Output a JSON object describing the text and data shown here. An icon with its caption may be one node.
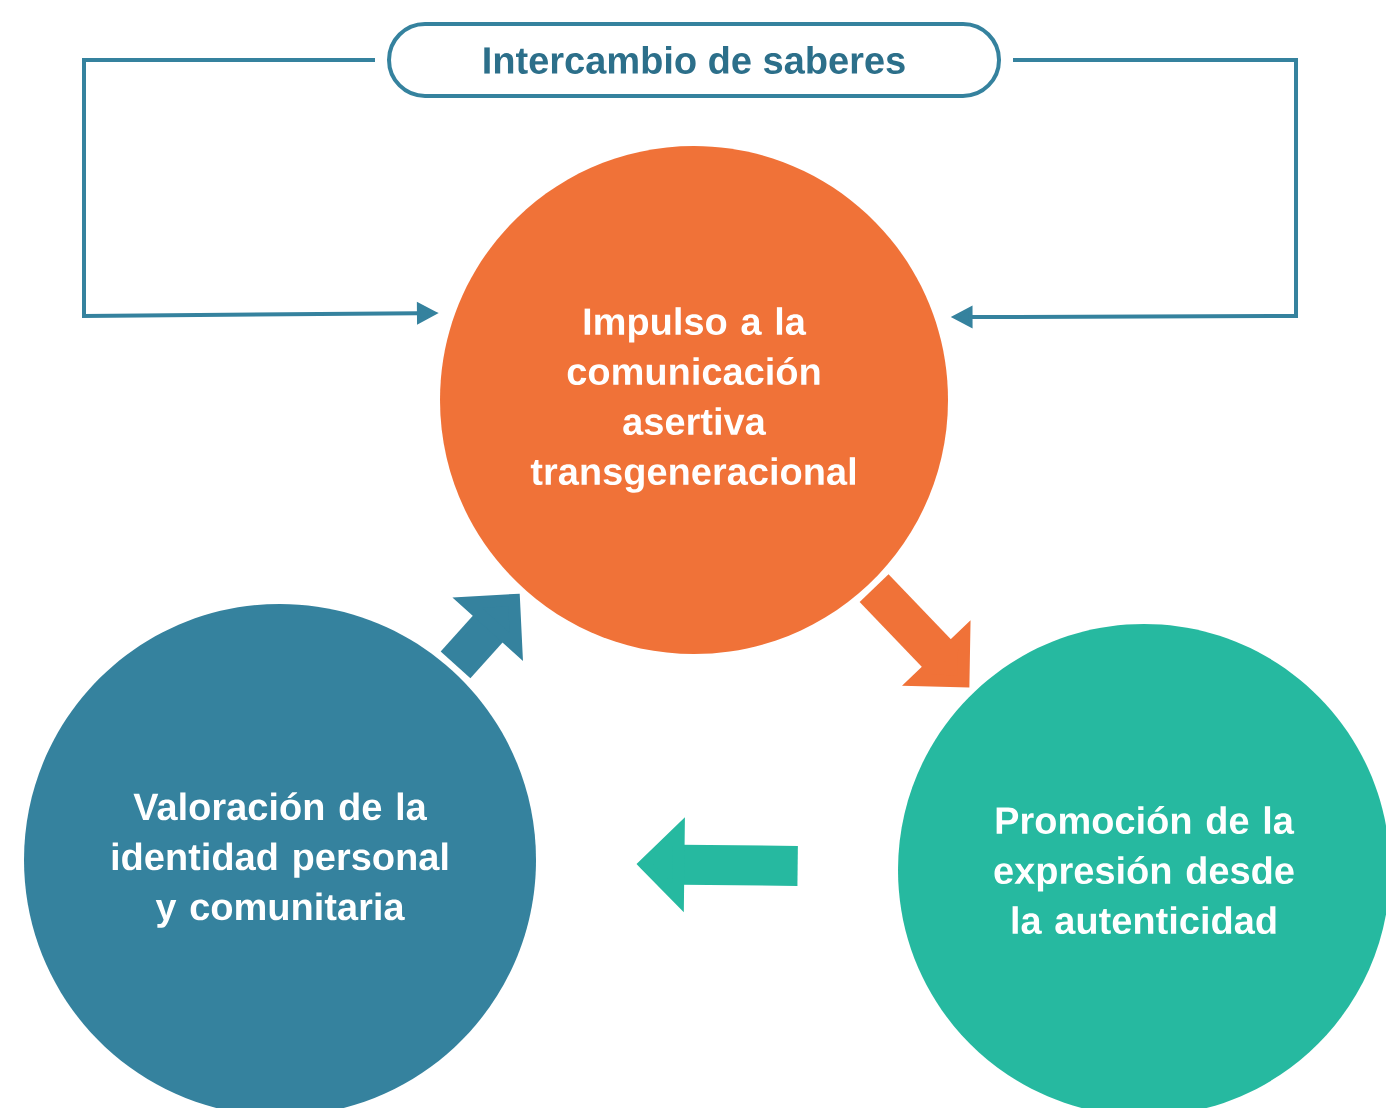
{
  "diagram": {
    "nodes": [
      {
        "text": [
          "Intercambio de saberes"
        ]
      },
      {
        "text": [
          "Impulso a la comunicación asertiva transgeneracional"
        ]
      },
      {
        "text": [
          "Promoción de la expresión desde la autenticidad"
        ]
      },
      {
        "text": [
          "Valoración de la identidad personal y comunitaria"
        ]
      }
    ],
    "edges": [
      {
        "from": 0,
        "to": 1,
        "arrow": "to"
      },
      {
        "from": 0,
        "to": 1,
        "arrow": "to"
      },
      {
        "from": 1,
        "to": 2,
        "arrow": "to",
        "color": "#f07238"
      },
      {
        "from": 2,
        "to": 3,
        "arrow": "to",
        "color": "#26b9a0"
      },
      {
        "from": 3,
        "to": 1,
        "arrow": "to",
        "color": "#35829e"
      }
    ]
  }
}
